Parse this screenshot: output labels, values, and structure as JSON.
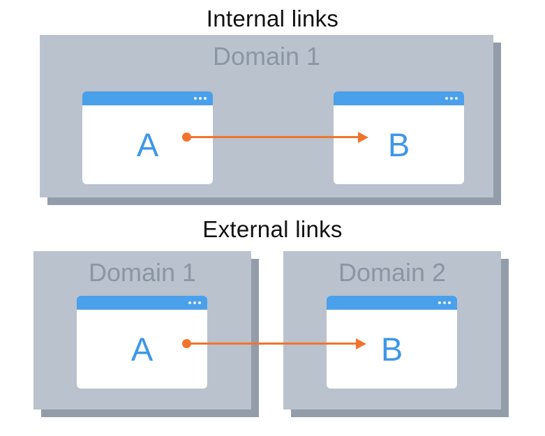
{
  "internal": {
    "title": "Internal links",
    "domain": {
      "label": "Domain 1"
    },
    "page_a": "A",
    "page_b": "B"
  },
  "external": {
    "title": "External links",
    "domain_1": {
      "label": "Domain 1"
    },
    "domain_2": {
      "label": "Domain 2"
    },
    "page_a": "A",
    "page_b": "B"
  },
  "colors": {
    "background": "#ffffff",
    "title-text": "#111111",
    "domain-box": "#b9c2cd",
    "domain-shadow": "#939daa",
    "domain-label": "#8b95a3",
    "window-header": "#4aa0ea",
    "window-body": "#ffffff",
    "page-letter": "#3e97e8",
    "arrow": "#f2742c"
  }
}
